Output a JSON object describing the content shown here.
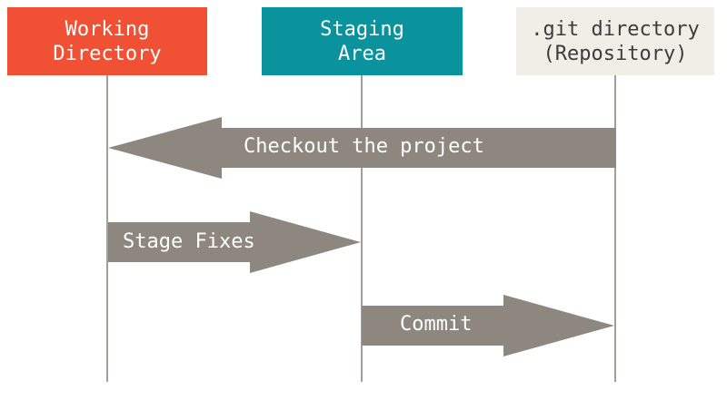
{
  "colors": {
    "working_directory": "#f05033",
    "staging_area": "#0b939d",
    "git_directory": "#efefe7",
    "arrow": "#8d8780",
    "lifeline": "#a39e98",
    "label_light": "#ffffff",
    "label_dark": "#3c3c3c"
  },
  "headers": {
    "working_directory": {
      "line1": "Working",
      "line2": "Directory"
    },
    "staging_area": {
      "line1": "Staging",
      "line2": "Area"
    },
    "git_directory": {
      "line1": ".git directory",
      "line2": "(Repository)"
    }
  },
  "arrows": {
    "checkout": {
      "label": "Checkout the project"
    },
    "stage": {
      "label": "Stage Fixes"
    },
    "commit": {
      "label": "Commit"
    }
  }
}
